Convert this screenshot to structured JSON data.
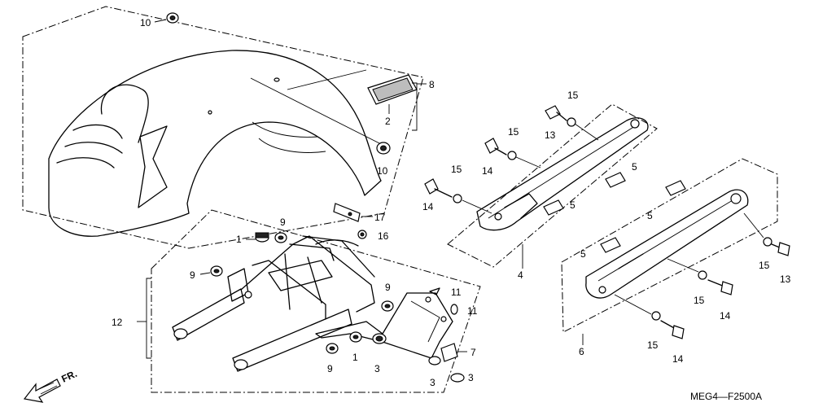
{
  "callouts": {
    "c10a": "10",
    "c8": "8",
    "c2": "2",
    "c10b": "10",
    "c17": "17",
    "c16": "16",
    "c9a": "9",
    "c1a": "1",
    "c9b": "9",
    "c12": "12",
    "c9c": "9",
    "c11a": "11",
    "c11b": "11",
    "c7": "7",
    "c1b": "1",
    "c3a": "3",
    "c3b": "3",
    "c3c": "3",
    "c9d": "9",
    "c15a": "15",
    "c13a": "13",
    "c15b": "15",
    "c14a": "14",
    "c15c": "15",
    "c14b": "14",
    "c5a": "5",
    "c5b": "5",
    "c4": "4",
    "c5c": "5",
    "c5d": "5",
    "c15d": "15",
    "c13b": "13",
    "c15e": "15",
    "c14c": "14",
    "c15f": "15",
    "c14d": "14",
    "c6": "6"
  },
  "direction_label": "FR.",
  "reference_code": "MEG4—F2500A"
}
